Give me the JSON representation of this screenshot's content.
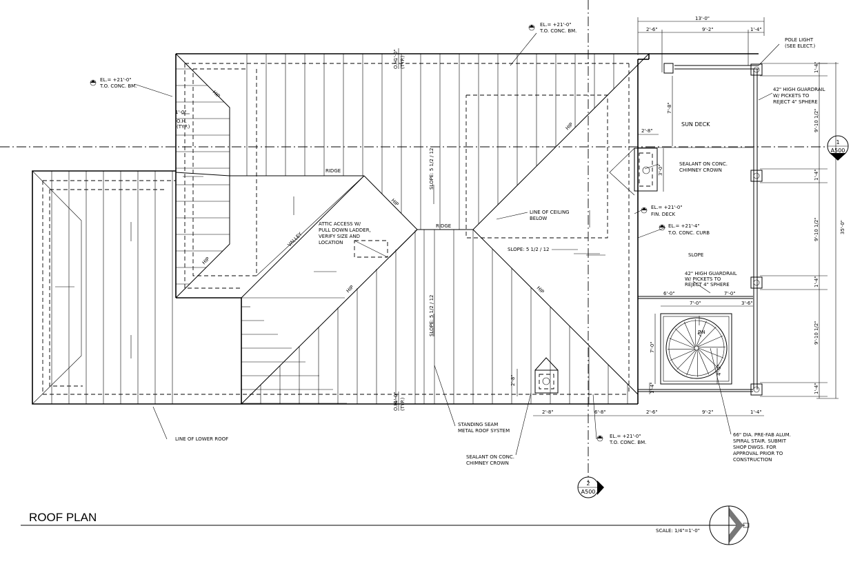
{
  "title": "ROOF PLAN",
  "scale": "SCALE: 1/4\"=1'-0\"",
  "labels": {
    "el_top_left": "EL.= +21'-0\"",
    "conc_bm_top_left": "T.O. CONC. BM.",
    "el_top_center": "EL.= +21'-0\"",
    "conc_bm_top_center": "T.O. CONC. BM.",
    "el_bottom": "EL.= +21'-0\"",
    "conc_bm_bottom": "T.O. CONC. BM.",
    "oh_dim": "1'-0\"",
    "oh_1": "O.H.",
    "oh_2": "(TYP.)",
    "ridge_1": "RIDGE",
    "ridge_2": "RIDGE",
    "hip_1": "HIP",
    "hip_2": "HIP",
    "hip_3": "HIP",
    "hip_4": "HIP",
    "hip_5": "HIP",
    "hip_6": "HIP",
    "valley": "VALLEY",
    "slope_top": "SLOPE: 5 1/2 / 12",
    "slope_bottom": "SLOPE: 5 1/2 / 12",
    "slope_right": "SLOPE: 5 1/2 / 12",
    "slope_deck": "SLOPE",
    "attic_1": "ATTIC ACCESS W/",
    "attic_2": "PULL DOWN LADDER,",
    "attic_3": "VERIFY SIZE AND",
    "attic_4": "LOCATION",
    "ceiling_1": "LINE OF CEILING",
    "ceiling_2": "BELOW",
    "sun_deck": "SUN DECK",
    "chimney_r1": "SEALANT ON CONC.",
    "chimney_r2": "CHIMNEY CROWN",
    "chimney_b1": "SEALANT ON CONC.",
    "chimney_b2": "CHIMNEY CROWN",
    "el_fin_deck": "EL.= +21'-0\"",
    "fin_deck": "FIN. DECK",
    "el_curb": "EL.= +21'-4\"",
    "curb": "T.O. CONC. CURB",
    "pole_1": "POLE LIGHT",
    "pole_2": "(SEE ELECT.)",
    "guard_1a": "42\" HIGH GUARDRAIL",
    "guard_1b": "W/ PICKETS TO",
    "guard_1c": "REJECT 4\" SPHERE",
    "guard_2a": "42\" HIGH GUARDRAIL",
    "guard_2b": "W/ PICKETS TO",
    "guard_2c": "REJECT 4\" SPHERE",
    "lower_roof": "LINE OF LOWER ROOF",
    "seam_1": "STANDING SEAM",
    "seam_2": "METAL ROOF SYSTEM",
    "stair_1": "66\" DIA. PRE-FAB ALUM.",
    "stair_2": "SPIRAL STAIR. SUBMIT",
    "stair_3": "SHOP DWGS. FOR",
    "stair_4": "APPROVAL PRIOR TO",
    "stair_5": "CONSTRUCTION",
    "dn": "DN",
    "sec1_num": "1",
    "sec1_sheet": "A500",
    "sec2_num": "2",
    "sec2_sheet": "A500"
  },
  "dims": {
    "top_total": "13'-0\"",
    "top_a": "2'-6\"",
    "top_b": "9'-2\"",
    "top_c": "1'-4\"",
    "right_total": "35'-0\"",
    "right_a": "9'-10 1/2\"",
    "right_b": "9'-10 1/2\"",
    "right_c": "9'-10 1/2\"",
    "right_d1": "1'-4\"",
    "right_d2": "1'-4\"",
    "right_d3": "1'-4\"",
    "right_d4": "1'-4\"",
    "deck_h": "7'-8\"",
    "chim_w": "2'-8\"",
    "chim_h": "3'-0\"",
    "oh_top": "1'-0\"",
    "oh_top2": "O.H.",
    "oh_top3": "(TYP.)",
    "oh_bot": "1'-0\"",
    "oh_bot2": "O.H.",
    "oh_bot3": "(TYP.)",
    "stair_w1": "6'-0\"",
    "stair_w2": "7'-0\"",
    "stair_a": "7'-0\"",
    "stair_b": "3'-6\"",
    "stair_h": "7'-0\"",
    "stair_h2": "4'-0\"",
    "bot_chim": "2'-8\"",
    "bot_chim_h": "2'-8\"",
    "bot_mid": "6'-8\"",
    "bot_a": "2'-6\"",
    "bot_b": "9'-2\"",
    "bot_c": "1'-4\"",
    "bot_left": "1'-4\""
  }
}
